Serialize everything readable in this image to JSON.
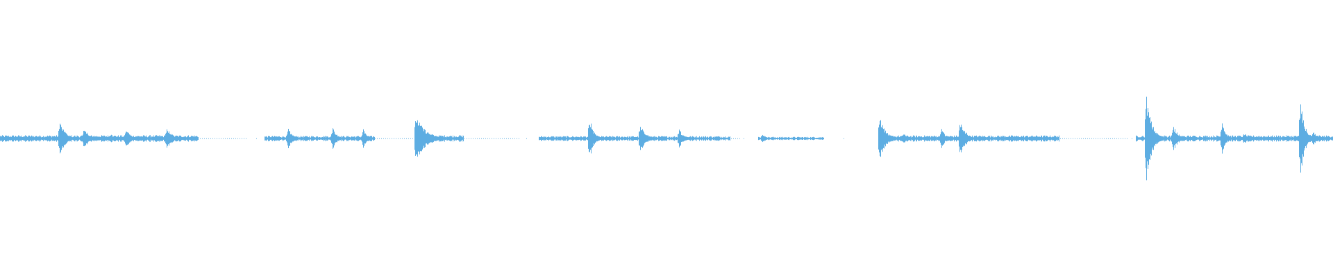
{
  "waveform": {
    "color": "#5dade2",
    "bursts": [
      {
        "t": 0.0015,
        "amp": 0.012,
        "decay": 0.002
      },
      {
        "t": 0.0447,
        "amp": 0.13,
        "decay": 0.004
      },
      {
        "t": 0.0632,
        "amp": 0.075,
        "decay": 0.004
      },
      {
        "t": 0.0826,
        "amp": 0.035,
        "decay": 0.003
      },
      {
        "t": 0.095,
        "amp": 0.075,
        "decay": 0.003
      },
      {
        "t": 0.125,
        "amp": 0.085,
        "decay": 0.004
      },
      {
        "t": 0.2162,
        "amp": 0.075,
        "decay": 0.003
      },
      {
        "t": 0.2494,
        "amp": 0.085,
        "decay": 0.003
      },
      {
        "t": 0.2724,
        "amp": 0.075,
        "decay": 0.003
      },
      {
        "t": 0.312,
        "amp": 0.17,
        "decay": 0.007
      },
      {
        "t": 0.4422,
        "amp": 0.16,
        "decay": 0.003
      },
      {
        "t": 0.48,
        "amp": 0.1,
        "decay": 0.004
      },
      {
        "t": 0.5094,
        "amp": 0.07,
        "decay": 0.003
      },
      {
        "t": 0.572,
        "amp": 0.035,
        "decay": 0.003
      },
      {
        "t": 0.6597,
        "amp": 0.17,
        "decay": 0.004
      },
      {
        "t": 0.6777,
        "amp": 0.045,
        "decay": 0.003
      },
      {
        "t": 0.7062,
        "amp": 0.07,
        "decay": 0.003
      },
      {
        "t": 0.7205,
        "amp": 0.13,
        "decay": 0.004
      },
      {
        "t": 0.8598,
        "amp": 0.31,
        "decay": 0.004
      },
      {
        "t": 0.8802,
        "amp": 0.09,
        "decay": 0.004
      },
      {
        "t": 0.9165,
        "amp": 0.11,
        "decay": 0.003
      },
      {
        "t": 0.9333,
        "amp": 0.04,
        "decay": 0.003
      },
      {
        "t": 0.9756,
        "amp": 0.28,
        "decay": 0.003
      },
      {
        "t": 0.985,
        "amp": 0.05,
        "decay": 0.004
      }
    ],
    "segments": [
      {
        "start": 0.0,
        "end": 0.149,
        "level": 0.016
      },
      {
        "start": 0.149,
        "end": 0.185,
        "level": 0.004,
        "dotted": true
      },
      {
        "start": 0.1985,
        "end": 0.281,
        "level": 0.013
      },
      {
        "start": 0.281,
        "end": 0.312,
        "level": 0.004,
        "dotted": true
      },
      {
        "start": 0.312,
        "end": 0.348,
        "level": 0.016
      },
      {
        "start": 0.348,
        "end": 0.39,
        "level": 0.003,
        "dotted": true
      },
      {
        "start": 0.404,
        "end": 0.548,
        "level": 0.012
      },
      {
        "start": 0.548,
        "end": 0.556,
        "level": 0.003,
        "dotted": true
      },
      {
        "start": 0.569,
        "end": 0.618,
        "level": 0.008
      },
      {
        "start": 0.659,
        "end": 0.795,
        "level": 0.015
      },
      {
        "start": 0.795,
        "end": 0.847,
        "level": 0.003,
        "dotted": true
      },
      {
        "start": 0.852,
        "end": 1.0,
        "level": 0.015
      }
    ],
    "dots": [
      0.192,
      0.395,
      0.558,
      0.633,
      0.849
    ]
  }
}
